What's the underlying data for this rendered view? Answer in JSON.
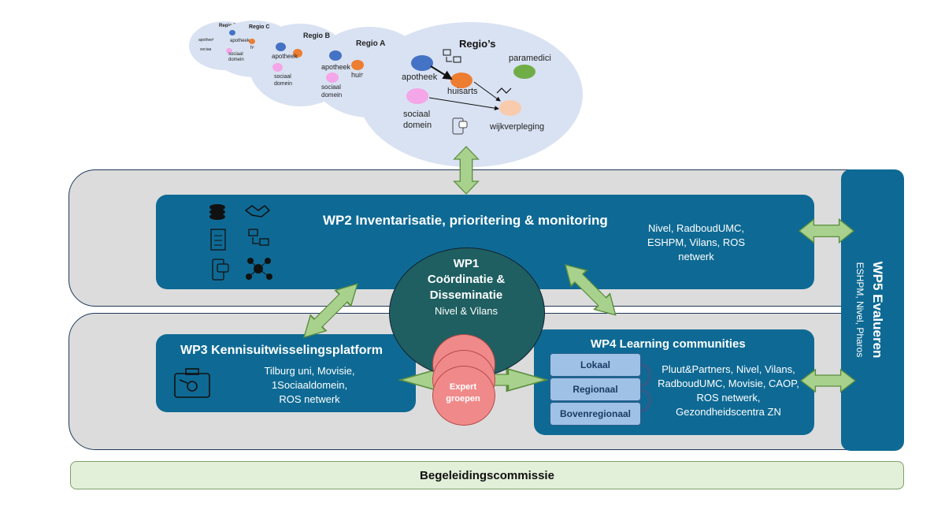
{
  "colors": {
    "wp_blue": "#0e6a94",
    "wp1_teal": "#1f5f61",
    "panel_gray": "#dcdcdc",
    "arrow_green": "#a9d18e",
    "expert_pink": "#f08a8a",
    "region_cloud": "#d9e2f2",
    "commissie_green": "#e2efd9"
  },
  "regions": {
    "main": {
      "title": "Regio’s",
      "nodes": {
        "apotheek": "apotheek",
        "huisarts": "huisarts",
        "paramedici": "paramedici",
        "sociaal_domein": "sociaal domein",
        "wijkverpleging": "wijkverpleging"
      }
    },
    "regio_a": {
      "title": "Regio A",
      "apotheek": "apotheek",
      "huisarts": "huis",
      "sociaal": "sociaal domein"
    },
    "regio_b": {
      "title": "Regio B",
      "apotheek": "apotheek",
      "sociaal": "sociaal domein"
    },
    "regio_c": {
      "title": "Regio C",
      "apotheek": "apotheek",
      "sociaal": "sociaal domein",
      "huis": "huis"
    },
    "regio_d": {
      "title": "Regio D",
      "apotheek": "apotheek",
      "sociaal": "sociaal domein"
    }
  },
  "wp1": {
    "title_line1": "WP1",
    "title_line2": "Coördinatie &",
    "title_line3": "Disseminatie",
    "partners": "Nivel & Vilans"
  },
  "wp2": {
    "title": "WP2 Inventarisatie, prioritering & monitoring",
    "partners": [
      "Nivel, RadboudUMC,",
      "ESHPM, Vilans, ROS",
      "netwerk"
    ],
    "icons": [
      "coins-icon",
      "handshake-icon",
      "document-icon",
      "exchange-icon",
      "app-icon",
      "network-icon"
    ]
  },
  "wp3": {
    "title": "WP3 Kennisuitwisselingsplatform",
    "partners": [
      "Tilburg uni, Movisie,",
      "1Sociaaldomein,",
      "ROS netwerk"
    ],
    "icons": [
      "toolbox-icon"
    ]
  },
  "wp4": {
    "title": "WP4 Learning communities",
    "levels": [
      "Lokaal",
      "Regionaal",
      "Bovenregionaal"
    ],
    "partners": [
      "Pluut&Partners, Nivel, Vilans,",
      "RadboudUMC, Movisie, CAOP,",
      "ROS netwerk,",
      "Gezondheidscentra ZN"
    ]
  },
  "wp5": {
    "title": "WP5 Evalueren",
    "partners": "ESHPM, Nivel, Pharos"
  },
  "expert": {
    "line1": "Expert",
    "line2": "groepen"
  },
  "footer": {
    "label": "Begeleidingscommissie"
  }
}
